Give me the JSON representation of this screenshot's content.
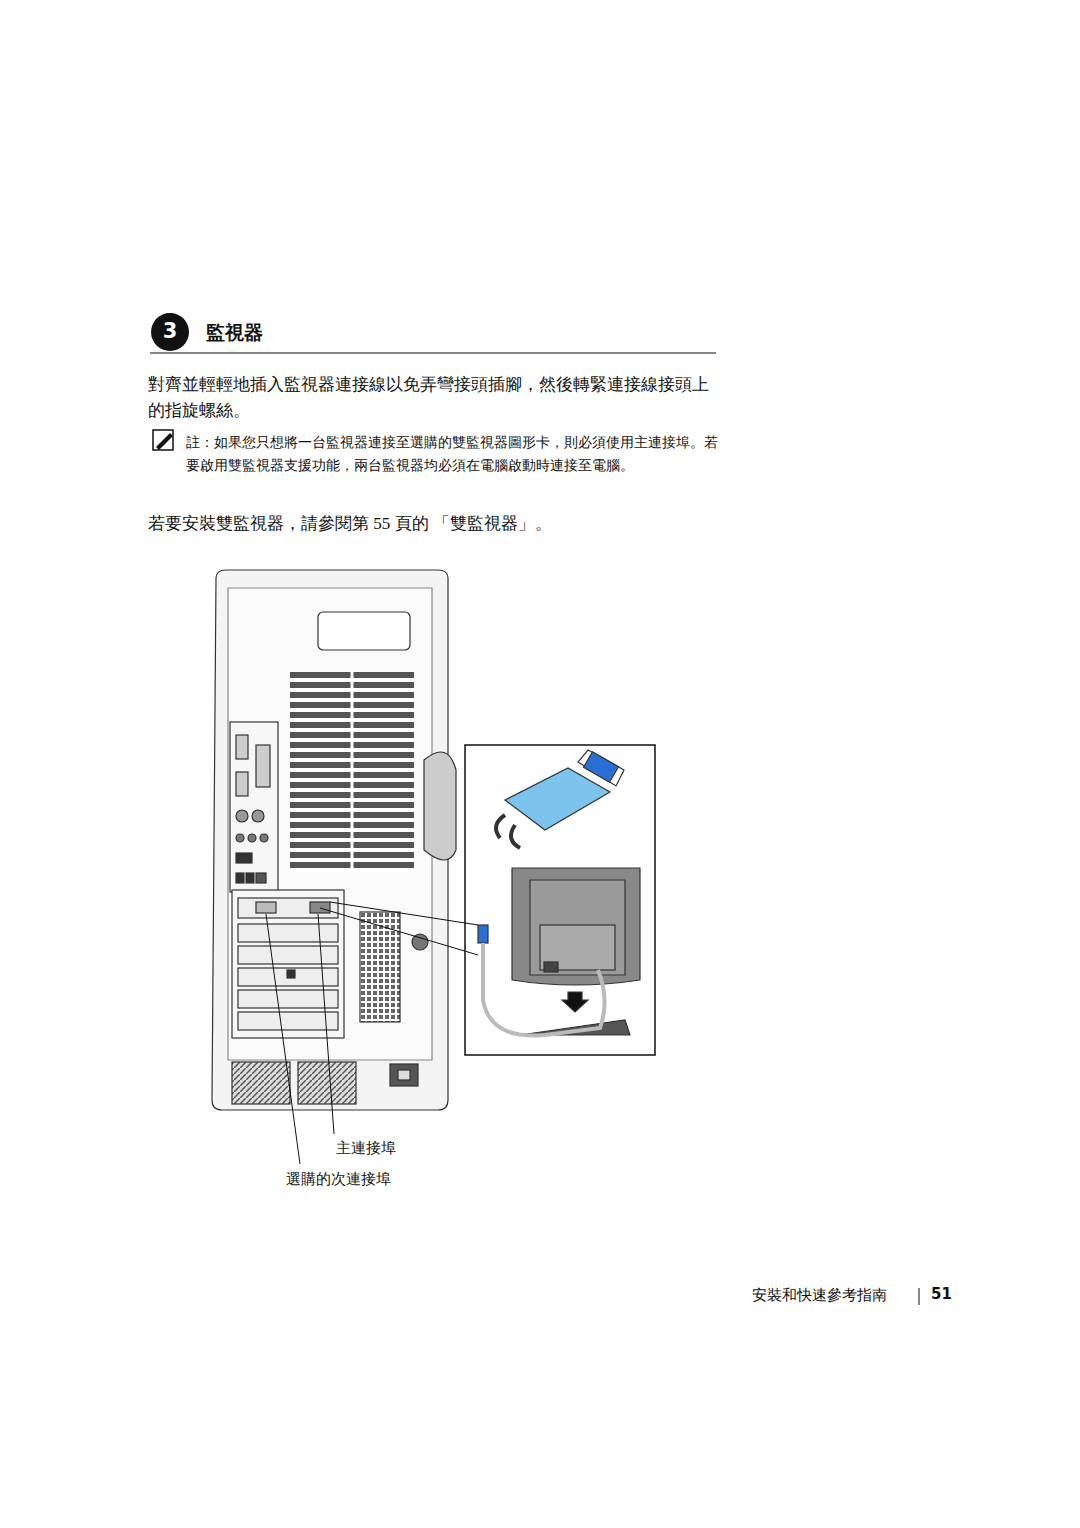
{
  "diagram": {
    "title": "監視器",
    "labels": [
      "3",
      "對齊並輕輕地插入監視器連接線以免弄彎接頭插腳，然後轉緊連接線接頭上的指旋螺絲。",
      "註：如果您只想將一台監視器連接至選購的雙監視器圖形卡，則必須使用主連接埠。若要啟用雙監視器支援功能，兩台監視器均必須在電腦啟動時連接至電腦。",
      "若要安裝雙監視器，請參閱第 55 頁的 「雙監視器」。",
      "主連接埠",
      "選購的次連接埠",
      "安裝和快速參考指南",
      "51"
    ]
  }
}
